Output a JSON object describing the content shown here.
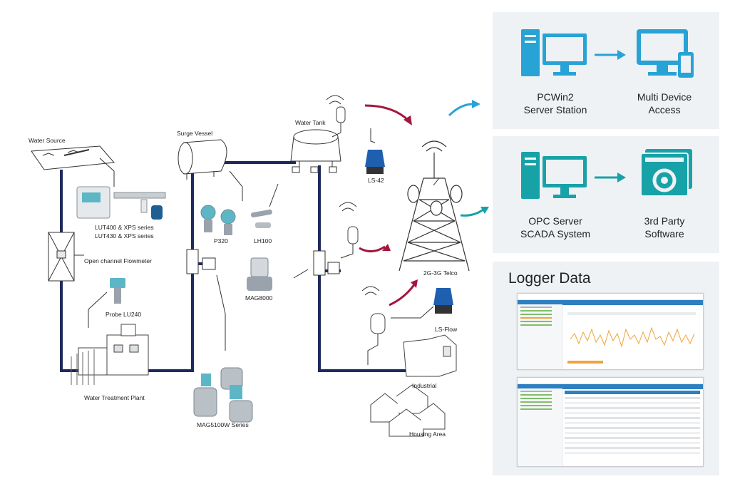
{
  "labels": {
    "water_source": "Water Source",
    "lut400": "LUT400 & XPS series",
    "lut430": "LUT430 & XPS series",
    "open_channel": "Open channel Flowmeter",
    "probe": "Probe LU240",
    "water_treatment": "Water Treatment Plant",
    "surge_vessel": "Surge Vessel",
    "p320": "P320",
    "lh100": "LH100",
    "mag8000": "MAG8000",
    "mag5100w": "MAG5100W Series",
    "water_tank": "Water Tank",
    "ls42": "LS-42",
    "ls_flow": "LS-Flow",
    "telco": "2G-3G Telco",
    "industrial": "Industrial",
    "housing": "Housing Area"
  },
  "panel1": {
    "left_line1": "PCWin2",
    "left_line2": "Server Station",
    "right_line1": "Multi Device",
    "right_line2": "Access"
  },
  "panel2": {
    "left_line1": "OPC Server",
    "left_line2": "SCADA System",
    "right_line1": "3rd Party",
    "right_line2": "Software"
  },
  "panel3": {
    "title": "Logger Data"
  },
  "colors": {
    "pipe": "#1f2a5c",
    "teal": "#17a2a8",
    "red_arrow": "#a3163d",
    "blue_arrow": "#27a3d6",
    "panel_bg": "#eef2f5",
    "chart_line": "#f1a33c"
  }
}
